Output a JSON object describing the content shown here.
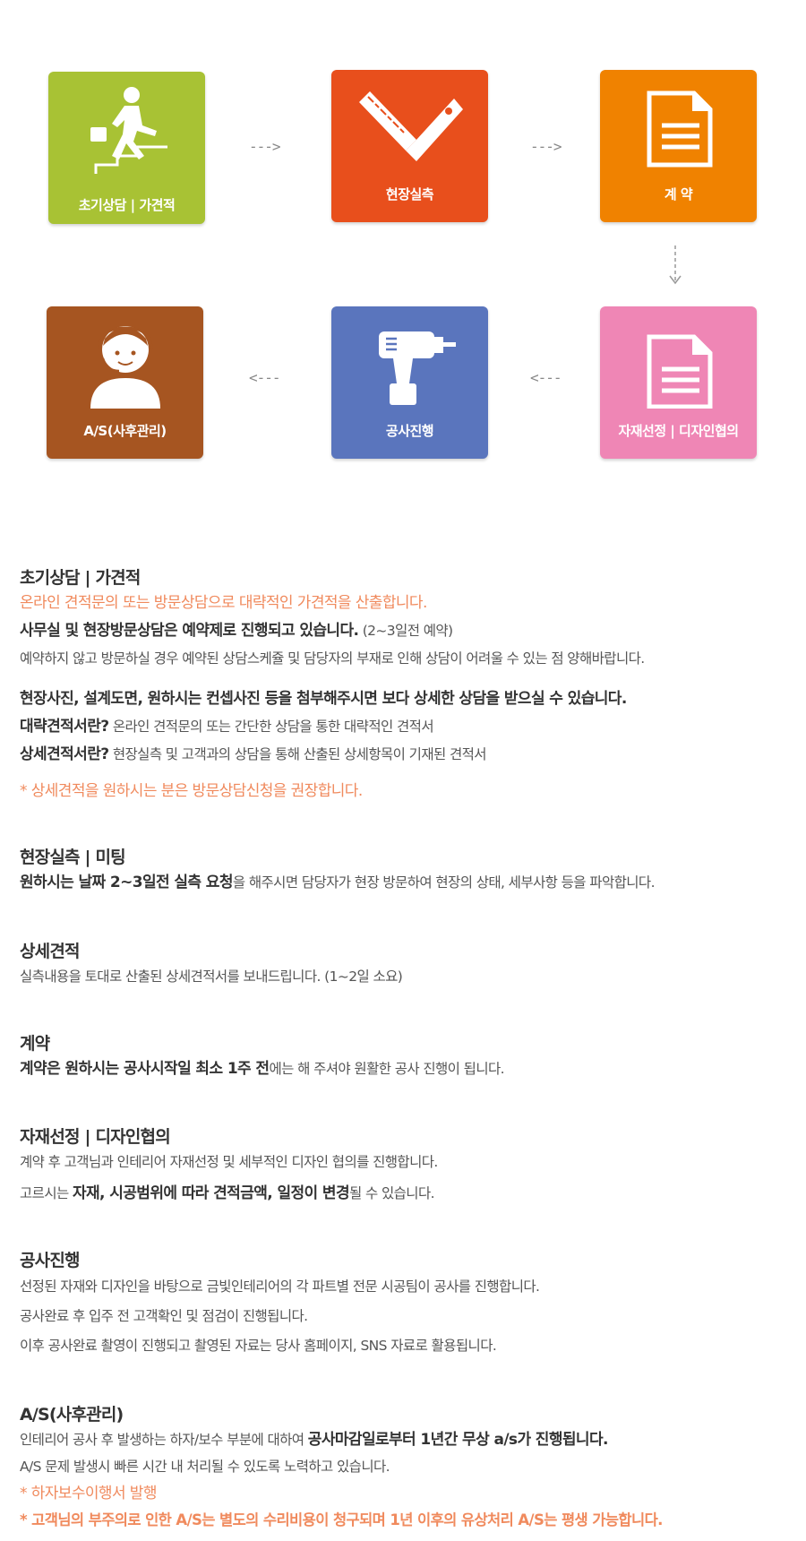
{
  "colors": {
    "green": "#a8c234",
    "red_orange": "#e84f1c",
    "orange": "#f08200",
    "pink": "#ef86b5",
    "blue": "#5a75bd",
    "brown": "#a65521",
    "accent_text": "#f08a5d"
  },
  "flow": {
    "steps": [
      {
        "label": "초기상담 | 가견적",
        "icon": "stairs-walking-person-icon"
      },
      {
        "label": "현장실측",
        "icon": "ruler-icon"
      },
      {
        "label": "계 약",
        "icon": "document-icon"
      },
      {
        "label": "자재선정 | 디자인협의",
        "icon": "document-icon"
      },
      {
        "label": "공사진행",
        "icon": "drill-icon"
      },
      {
        "label": "A/S(사후관리)",
        "icon": "headset-person-icon"
      }
    ],
    "arrow_right": "--->",
    "arrow_left": "<---"
  },
  "sections": {
    "consult": {
      "title": "초기상담 | 가견적",
      "highlight": "온라인 견적문의 또는 방문상담으로 대략적인 가견적을 산출합니다.",
      "line1_bold": "사무실 및 현장방문상담은 예약제로 진행되고 있습니다.",
      "line1_rest": " (2~3일전 예약)",
      "line2": "예약하지 않고 방문하실 경우 예약된 상담스케쥴 및 담당자의 부재로 인해 상담이 어려울 수 있는 점 양해바랍니다.",
      "line3_bold": "현장사진, 설계도면, 원하시는 컨셉사진 등을 첨부해주시면 보다 상세한 상담을 받으실 수 있습니다.",
      "line4_bold": "대략견적서란?",
      "line4_rest": " 온라인 견적문의 또는 간단한 상담을 통한 대략적인 견적서",
      "line5_bold": "상세견적서란?",
      "line5_rest": " 현장실측 및 고객과의 상담을 통해 산출된 상세항목이 기재된 견적서",
      "note": "* 상세견적을 원하시는 분은 방문상담신청을 권장합니다."
    },
    "measure": {
      "title": "현장실측 | 미팅",
      "line1_bold": "원하시는 날짜 2~3일전 실측 요청",
      "line1_rest": "을 해주시면 담당자가 현장 방문하여 현장의 상태, 세부사항 등을 파악합니다."
    },
    "estimate": {
      "title": "상세견적",
      "line1": "실측내용을 토대로 산출된 상세견적서를 보내드립니다. (1~2일 소요)"
    },
    "contract": {
      "title": "계약",
      "line1_bold": "계약은 원하시는 공사시작일 최소 1주 전",
      "line1_rest": "에는 해 주셔야 원활한 공사 진행이 됩니다."
    },
    "material": {
      "title": "자재선정 | 디자인협의",
      "line1": "계약 후 고객님과 인테리어 자재선정 및 세부적인 디자인 협의를 진행합니다.",
      "line2_pre": "고르시는 ",
      "line2_bold": "자재, 시공범위에 따라 견적금액, 일정이 변경",
      "line2_rest": "될 수 있습니다."
    },
    "construction": {
      "title": "공사진행",
      "line1": "선정된 자재와 디자인을 바탕으로 금빛인테리어의 각 파트별 전문 시공팀이 공사를 진행합니다.",
      "line2": "공사완료 후 입주 전 고객확인 및 점검이 진행됩니다.",
      "line3": "이후 공사완료 촬영이 진행되고 촬영된 자료는 당사 홈페이지, SNS 자료로 활용됩니다."
    },
    "as": {
      "title": "A/S(사후관리)",
      "line1_pre": "인테리어 공사 후 발생하는 하자/보수 부분에 대하여 ",
      "line1_bold": "공사마감일로부터 1년간 무상 a/s가 진행됩니다.",
      "line2": "A/S 문제 발생시 빠른 시간 내 처리될 수 있도록 노력하고 있습니다.",
      "note1": "* 하자보수이행서 발행",
      "note2": "* 고객님의 부주의로 인한 A/S는 별도의 수리비용이 청구되며 1년 이후의 유상처리 A/S는 평생 가능합니다."
    }
  }
}
